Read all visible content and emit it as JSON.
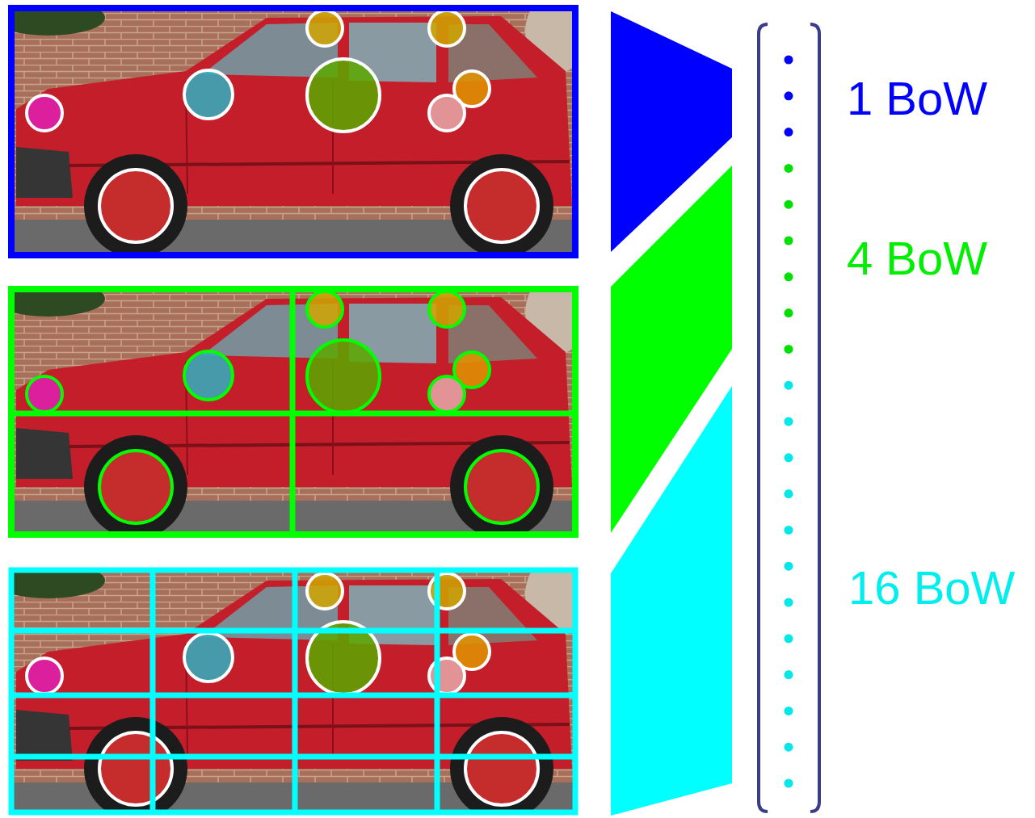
{
  "diagram": {
    "labels": [
      "1 BoW",
      "4 BoW",
      "16 BoW"
    ]
  }
}
